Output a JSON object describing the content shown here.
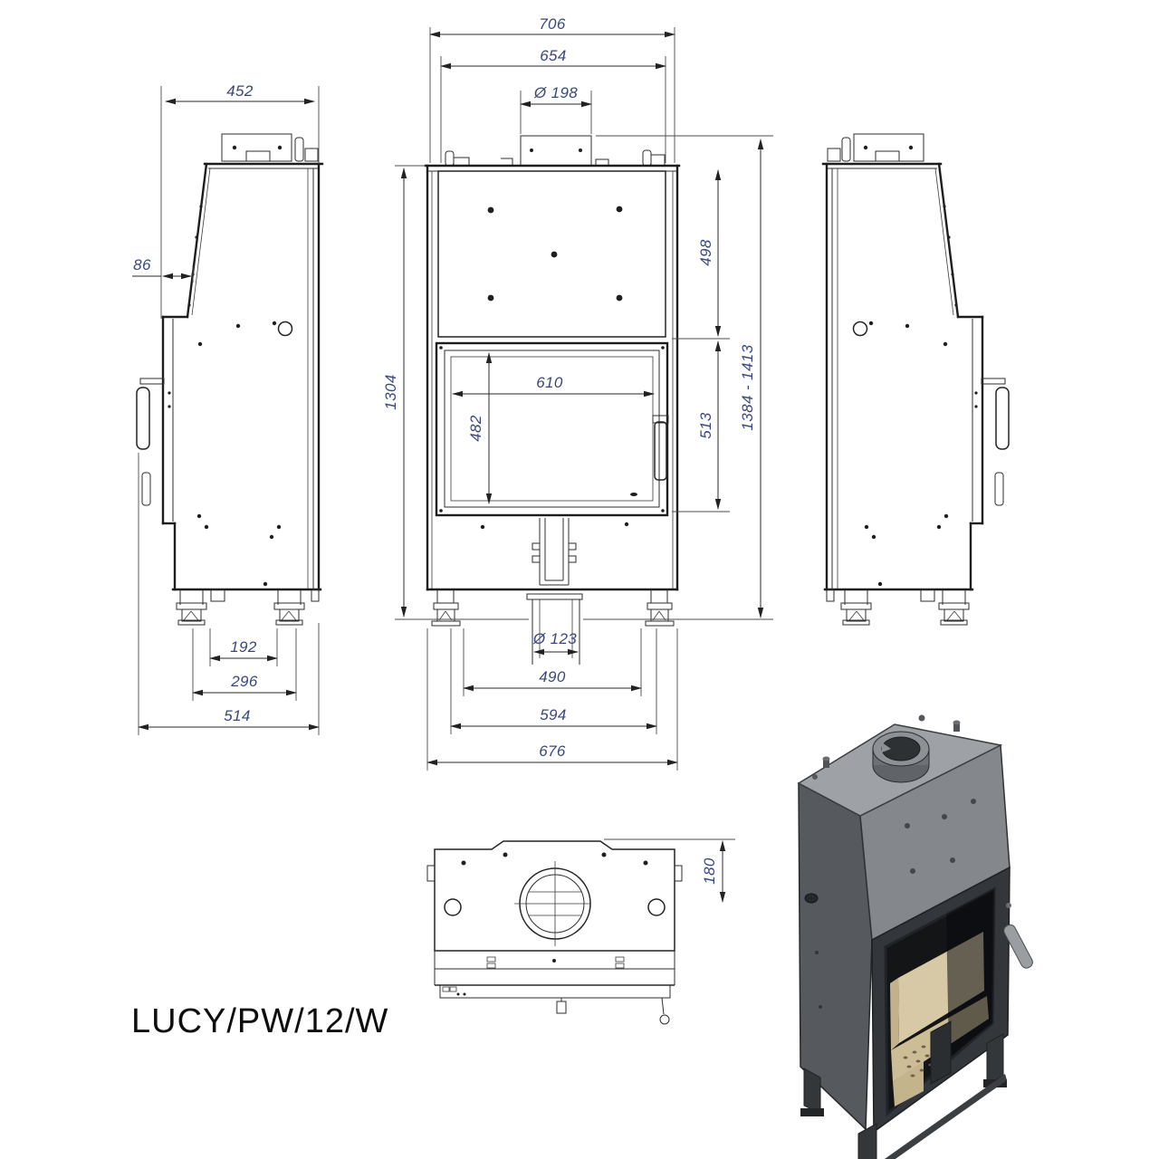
{
  "model": {
    "label": "LUCY/PW/12/W"
  },
  "colors": {
    "background": "#ffffff",
    "line": "#1d1d1d",
    "dim_text": "#3a477c",
    "render_body_gray": "#84888c",
    "render_side_gray": "#56595d",
    "render_top_gray": "#9ea2a6",
    "render_door_dark": "#33373b",
    "firebrick_tan": "#d8c9a6"
  },
  "views": {
    "left_side_view": {
      "dims": {
        "depth_top": "452",
        "slope_offset": "86",
        "feet_inner_span": "192",
        "feet_outer_span": "296",
        "total_depth": "514"
      }
    },
    "front_view": {
      "dims": {
        "top_outer_width": "706",
        "top_width": "654",
        "flue_diameter": "Ø 198",
        "upper_section_height": "498",
        "lower_section_height": "513",
        "total_height_range": "1384 - 1413",
        "body_height": "1304",
        "glass_width": "610",
        "glass_height": "482",
        "outlet_diameter": "Ø 123",
        "legs_span": "490",
        "base_width": "594",
        "overall_width": "676"
      }
    },
    "top_view": {
      "dims": {
        "flue_center_offset": "180"
      }
    }
  }
}
